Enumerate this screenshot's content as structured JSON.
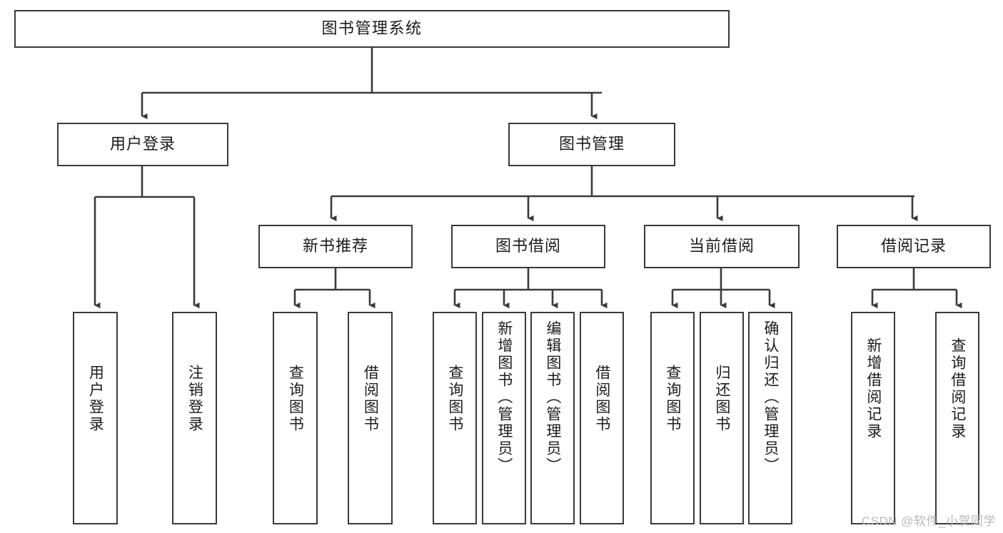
{
  "diagram": {
    "title": "图书管理系统",
    "type": "tree",
    "watermark": "CSDN @软件_小贺同学",
    "colors": {
      "node_border": "#3a3a3a",
      "node_fill": "#ffffff",
      "edge": "#3a3a3a",
      "text": "#1b1b1b",
      "watermark": "#b9b9b9"
    },
    "nodes": {
      "root": {
        "label": "图书管理系统"
      },
      "level2": [
        {
          "id": "user-login",
          "label": "用户登录"
        },
        {
          "id": "book-management",
          "label": "图书管理"
        }
      ],
      "level3": [
        {
          "id": "new-book-recommend",
          "label": "新书推荐",
          "parent": "book-management"
        },
        {
          "id": "book-borrow",
          "label": "图书借阅",
          "parent": "book-management"
        },
        {
          "id": "current-borrow",
          "label": "当前借阅",
          "parent": "book-management"
        },
        {
          "id": "borrow-record",
          "label": "借阅记录",
          "parent": "book-management"
        }
      ],
      "leaves": [
        {
          "id": "leaf-user-login",
          "label": "用户登录",
          "parent": "user-login"
        },
        {
          "id": "leaf-logout-login",
          "label": "注销登录",
          "parent": "user-login"
        },
        {
          "id": "leaf-query-book-1",
          "label": "查询图书",
          "parent": "new-book-recommend"
        },
        {
          "id": "leaf-borrow-book-1",
          "label": "借阅图书",
          "parent": "new-book-recommend"
        },
        {
          "id": "leaf-query-book-2",
          "label": "查询图书",
          "parent": "book-borrow"
        },
        {
          "id": "leaf-add-book",
          "label": "新增图书（管理员）",
          "parent": "book-borrow"
        },
        {
          "id": "leaf-edit-book",
          "label": "编辑图书（管理员）",
          "parent": "book-borrow"
        },
        {
          "id": "leaf-borrow-book-2",
          "label": "借阅图书",
          "parent": "book-borrow"
        },
        {
          "id": "leaf-query-book-3",
          "label": "查询图书",
          "parent": "current-borrow"
        },
        {
          "id": "leaf-return-book",
          "label": "归还图书",
          "parent": "current-borrow"
        },
        {
          "id": "leaf-confirm-return",
          "label": "确认归还（管理员）",
          "parent": "current-borrow"
        },
        {
          "id": "leaf-add-record",
          "label": "新增借阅记录",
          "parent": "borrow-record"
        },
        {
          "id": "leaf-query-record",
          "label": "查询借阅记录",
          "parent": "borrow-record"
        }
      ]
    }
  }
}
